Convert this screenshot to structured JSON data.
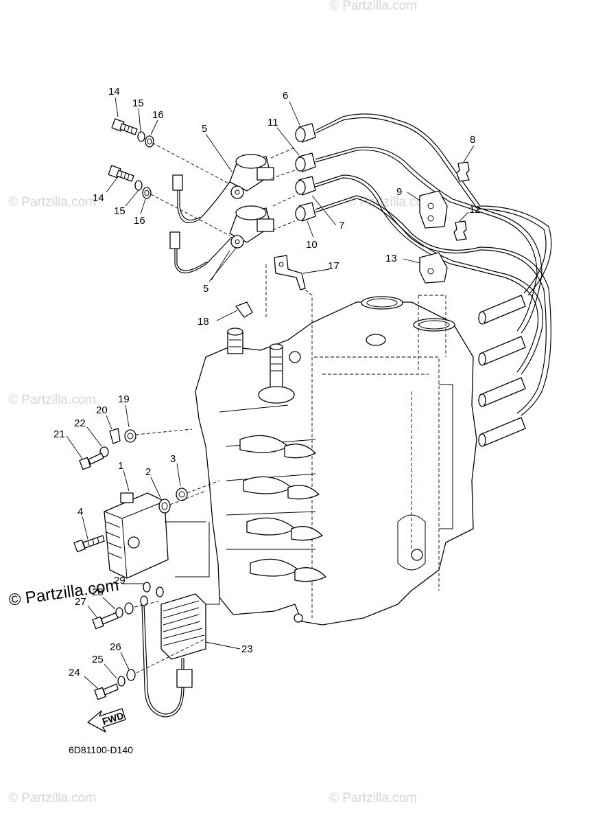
{
  "watermark": {
    "text": "© Partzilla.com"
  },
  "diagram_code": "6D81100-D140",
  "fwd_label": "FWD",
  "labels": {
    "p1": "1",
    "p2": "2",
    "p3": "3",
    "p4": "4",
    "p5a": "5",
    "p5b": "5",
    "p6": "6",
    "p7": "7",
    "p8": "8",
    "p9": "9",
    "p10": "10",
    "p11": "11",
    "p12": "12",
    "p13": "13",
    "p14a": "14",
    "p14b": "14",
    "p15a": "15",
    "p15b": "15",
    "p16a": "16",
    "p16b": "16",
    "p17": "17",
    "p18": "18",
    "p19": "19",
    "p20": "20",
    "p21": "21",
    "p22": "22",
    "p23": "23",
    "p24": "24",
    "p25": "25",
    "p26": "26",
    "p27": "27",
    "p28": "28",
    "p29": "29"
  }
}
